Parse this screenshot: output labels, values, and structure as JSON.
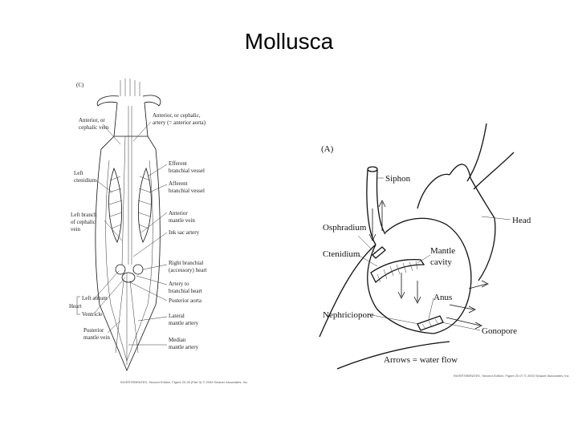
{
  "title": "Mollusca",
  "figure_c": {
    "panel_label": "(C)",
    "labels": {
      "anterior_vein_1": "Anterior, or",
      "anterior_vein_2": "cephalic vein",
      "anterior_artery_1": "Anterior, or cephalic,",
      "anterior_artery_2": "artery (= anterior aorta)",
      "efferent_1": "Efferent",
      "efferent_2": "branchial vessel",
      "afferent_1": "Afferent",
      "afferent_2": "branchial vessel",
      "left_ctenidium_1": "Left",
      "left_ctenidium_2": "ctenidium",
      "left_branch_1": "Left branch",
      "left_branch_2": "of cephalic",
      "left_branch_3": "vein",
      "anterior_mantle_1": "Anterior",
      "anterior_mantle_2": "mantle vein",
      "ink_sac": "Ink sac artery",
      "right_branchial_1": "Right branchial",
      "right_branchial_2": "(accessory) heart",
      "artery_to_1": "Artery to",
      "artery_to_2": "branchial heart",
      "posterior_aorta": "Posterior aorta",
      "left_atrium": "Left atrium",
      "heart": "Heart",
      "ventricle": "Ventricle",
      "lateral_mantle_1": "Lateral",
      "lateral_mantle_2": "mantle artery",
      "posterior_mantle_1": "Posterior",
      "posterior_mantle_2": "mantle vein",
      "median_mantle_1": "Median",
      "median_mantle_2": "mantle artery"
    },
    "credit": "INVERTEBRATES, Second Edition, Figure 20.28 (Part 3) © 2003 Sinauer Associates, Inc."
  },
  "figure_a": {
    "panel_label": "(A)",
    "labels": {
      "siphon": "Siphon",
      "head": "Head",
      "osphradium": "Osphradium",
      "ctenidium": "Ctenidium",
      "mantle_cavity_1": "Mantle",
      "mantle_cavity_2": "cavity",
      "anus": "Anus",
      "nephridiopore": "Nephriciopore",
      "gonopore": "Gonopore",
      "arrows_caption": "Arrows = water flow"
    },
    "credit": "INVERTEBRATES, Second Edition, Figure 20.07 © 2003 Sinauer Associates, Inc."
  }
}
